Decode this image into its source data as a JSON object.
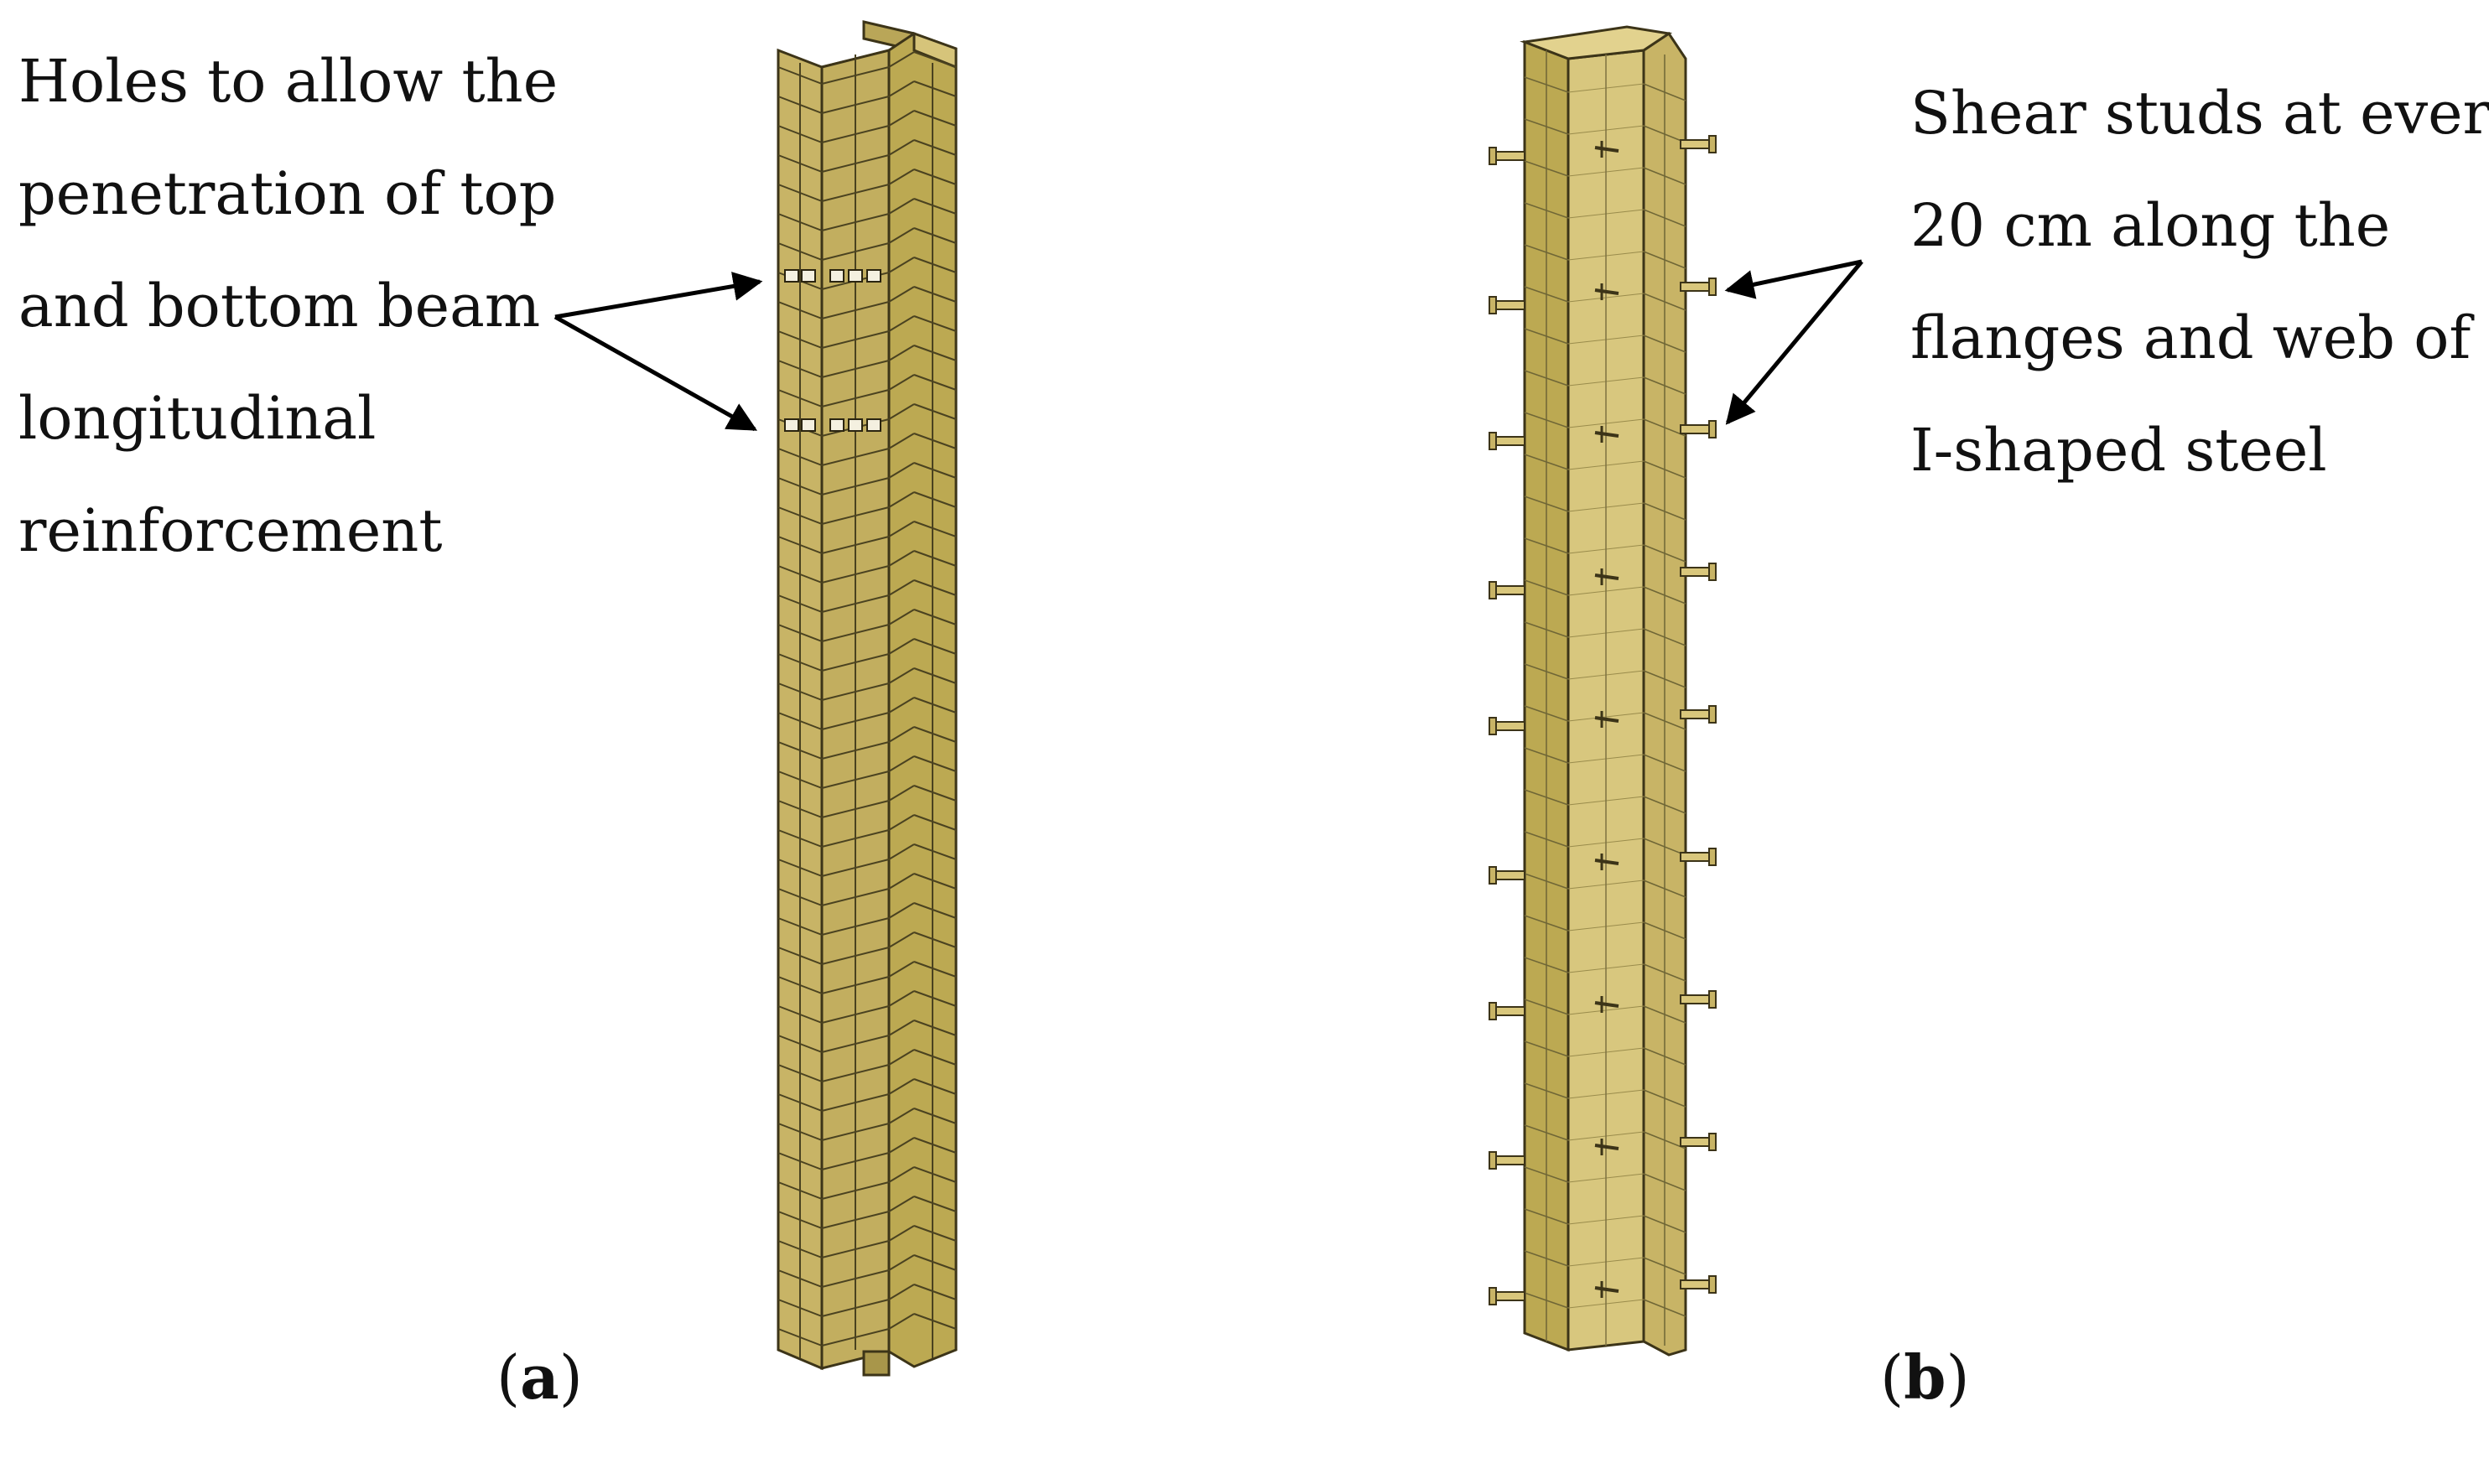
{
  "figure": {
    "panel_a": {
      "annotation_lines": [
        "Holes to allow the",
        "penetration of top",
        "and bottom beam",
        "longitudinal",
        "reinforcement"
      ],
      "caption_open": "(",
      "caption_letter": "a",
      "caption_close": ")"
    },
    "panel_b": {
      "annotation_lines": [
        "Shear studs at every",
        "20 cm along the",
        "flanges and web of",
        "I-shaped steel"
      ],
      "caption_open": "(",
      "caption_letter": "b",
      "caption_close": ")"
    },
    "colors": {
      "steel_front": "#c8b466",
      "steel_side": "#a8964a",
      "steel_light": "#d6c47a",
      "mesh_line": "#4a4220",
      "arrow": "#000000",
      "text": "#111111"
    }
  }
}
